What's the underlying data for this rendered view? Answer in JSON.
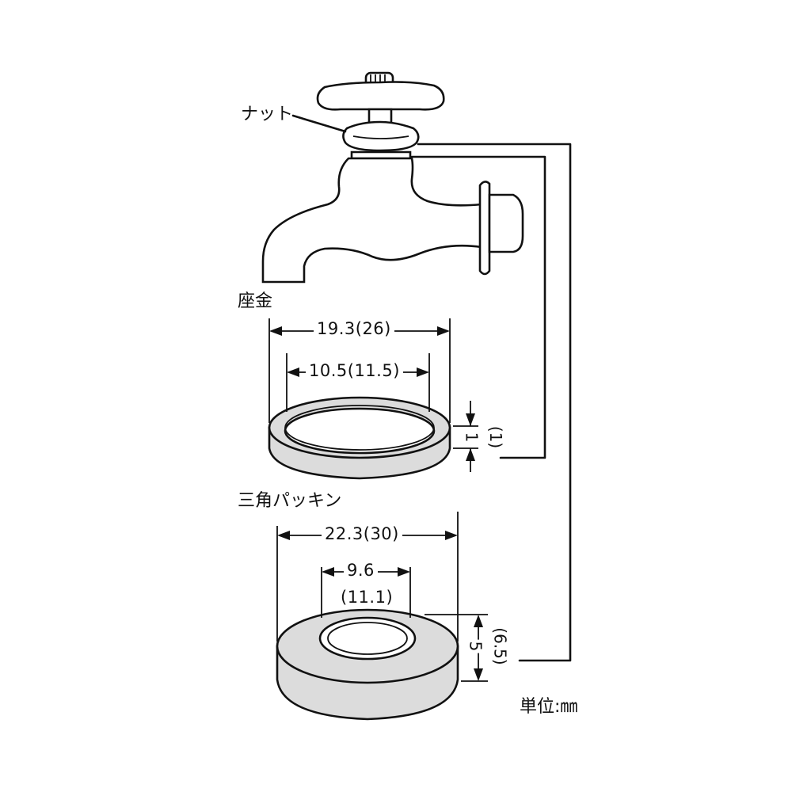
{
  "labels": {
    "nut": "ナット",
    "washer": "座金",
    "triangle_packing": "三角パッキン",
    "unit": "単位:㎜"
  },
  "washer_dims": {
    "outer": "19.3(26)",
    "inner": "10.5(11.5)",
    "thickness": "1",
    "thickness_alt": "(1)"
  },
  "packing_dims": {
    "outer": "22.3(30)",
    "inner": "9.6",
    "inner_alt": "(11.1)",
    "height": "5",
    "height_alt": "(6.5)"
  }
}
